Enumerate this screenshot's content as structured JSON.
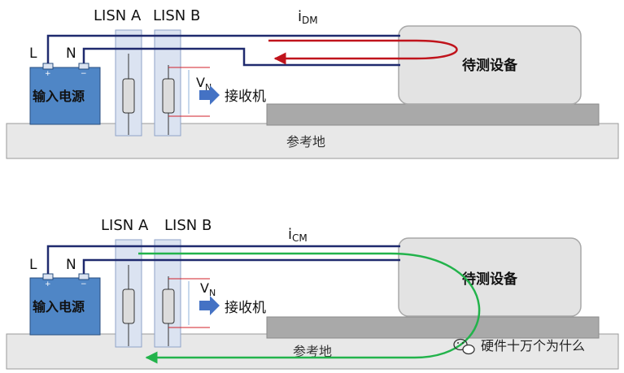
{
  "panels": [
    {
      "id": "dm",
      "lisn_a": "LISN A",
      "lisn_b": "LISN B",
      "line_l": "L",
      "line_n": "N",
      "power_source": "输入电源",
      "terminal_plus": "+",
      "terminal_minus": "−",
      "dut": "待测设备",
      "reference_ground": "参考地",
      "receiver": "接收机",
      "current_main": "i",
      "current_sub": "DM",
      "voltage_main": "V",
      "voltage_sub": "N",
      "current_color": "#c0141c"
    },
    {
      "id": "cm",
      "lisn_a": "LISN A",
      "lisn_b": "LISN B",
      "line_l": "L",
      "line_n": "N",
      "power_source": "输入电源",
      "terminal_plus": "+",
      "terminal_minus": "−",
      "dut": "待测设备",
      "reference_ground": "参考地",
      "receiver": "接收机",
      "current_main": "i",
      "current_sub": "CM",
      "voltage_main": "V",
      "voltage_sub": "N",
      "current_color": "#22b34b"
    }
  ],
  "colors": {
    "wire": "#1f2a6e",
    "power_source_fill": "#4f86c6",
    "lisn_fill": "#dbe3f1",
    "ground_fill": "#e8e8e8",
    "dut_fill": "#e3e3e3",
    "dut_base_fill": "#a9a9a9",
    "arrow": "#4472c4",
    "red_tick": "#d0202a"
  },
  "watermark": {
    "text": "硬件十万个为什么",
    "icon": "wechat-icon"
  }
}
